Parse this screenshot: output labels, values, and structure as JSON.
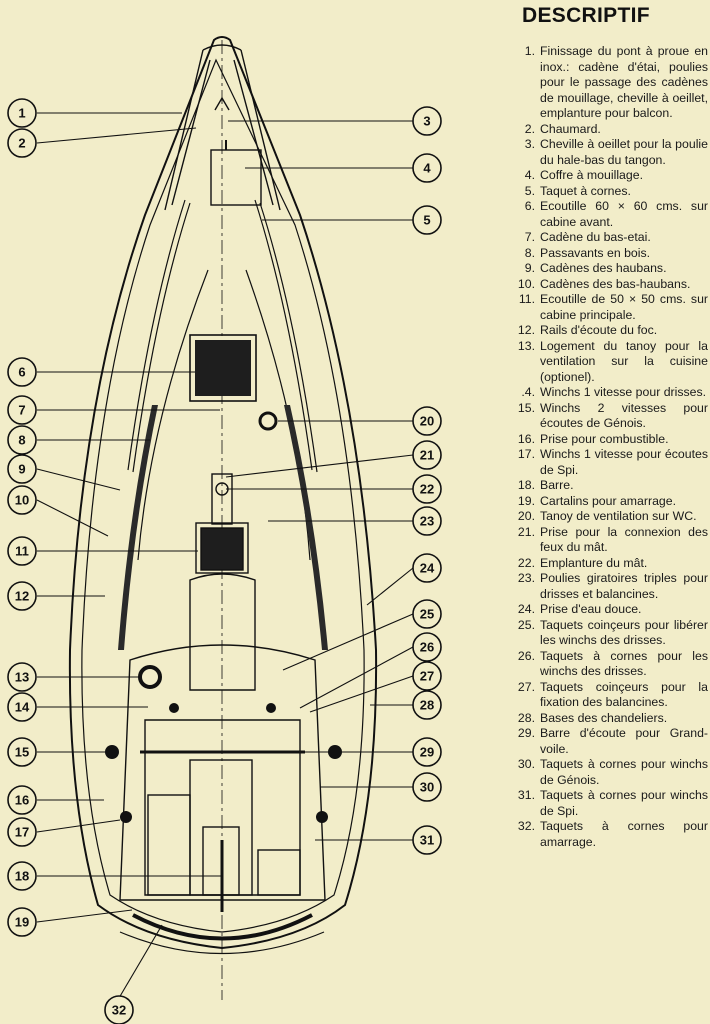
{
  "title": "DESCRIPTIF",
  "legend": [
    {
      "num": "1.",
      "text": "Finissage du pont à proue en inox.: cadène d'étai, poulies pour le passage des cadènes de mouillage, cheville à oeillet, emplanture pour balcon."
    },
    {
      "num": "2.",
      "text": "Chaumard."
    },
    {
      "num": "3.",
      "text": "Cheville à oeillet pour la poulie du hale-bas du tangon."
    },
    {
      "num": "4.",
      "text": "Coffre à mouillage."
    },
    {
      "num": "5.",
      "text": "Taquet à cornes."
    },
    {
      "num": "6.",
      "text": "Ecoutille 60 × 60 cms. sur cabine avant."
    },
    {
      "num": "7.",
      "text": "Cadène du bas-etai."
    },
    {
      "num": "8.",
      "text": "Passavants en bois."
    },
    {
      "num": "9.",
      "text": "Cadènes des haubans."
    },
    {
      "num": "10.",
      "text": "Cadènes des bas-haubans."
    },
    {
      "num": "11.",
      "text": "Ecoutille de 50 × 50 cms. sur cabine principale."
    },
    {
      "num": "12.",
      "text": "Rails d'écoute du foc."
    },
    {
      "num": "13.",
      "text": "Logement du tanoy pour la ventilation sur la cuisine (optionel)."
    },
    {
      "num": ".4.",
      "text": "Winchs 1 vitesse pour drisses."
    },
    {
      "num": "15.",
      "text": "Winchs 2 vitesses pour écoutes de Génois."
    },
    {
      "num": "16.",
      "text": "Prise pour combustible."
    },
    {
      "num": "17.",
      "text": "Winchs 1 vitesse pour écoutes de Spi."
    },
    {
      "num": "18.",
      "text": "Barre."
    },
    {
      "num": "19.",
      "text": "Cartalins pour amarrage."
    },
    {
      "num": "20.",
      "text": "Tanoy de ventilation sur WC."
    },
    {
      "num": "21.",
      "text": "Prise pour la connexion des feux du mât."
    },
    {
      "num": "22.",
      "text": "Emplanture du mât."
    },
    {
      "num": "23.",
      "text": "Poulies giratoires triples pour drisses et balancines."
    },
    {
      "num": "24.",
      "text": "Prise d'eau douce."
    },
    {
      "num": "25.",
      "text": "Taquets coinçeurs pour libérer les winchs des drisses."
    },
    {
      "num": "26.",
      "text": "Taquets à cornes pour les winchs des drisses."
    },
    {
      "num": "27.",
      "text": "Taquets coinçeurs pour la fixation des balancines."
    },
    {
      "num": "28.",
      "text": "Bases des chandeliers."
    },
    {
      "num": "29.",
      "text": "Barre d'écoute pour Grand-voile."
    },
    {
      "num": "30.",
      "text": "Taquets à cornes pour winchs de Génois."
    },
    {
      "num": "31.",
      "text": "Taquets à cornes pour winchs de Spi."
    },
    {
      "num": "32.",
      "text": "Taquets à cornes pour amarrage."
    }
  ],
  "callouts": [
    "1",
    "2",
    "3",
    "4",
    "5",
    "6",
    "7",
    "8",
    "9",
    "10",
    "11",
    "12",
    "13",
    "14",
    "15",
    "16",
    "17",
    "18",
    "19",
    "20",
    "21",
    "22",
    "23",
    "24",
    "25",
    "26",
    "27",
    "28",
    "29",
    "30",
    "31",
    "32"
  ],
  "colors": {
    "paper": "#f2edc9",
    "ink": "#111111",
    "hatch": "#2a2a2a"
  }
}
